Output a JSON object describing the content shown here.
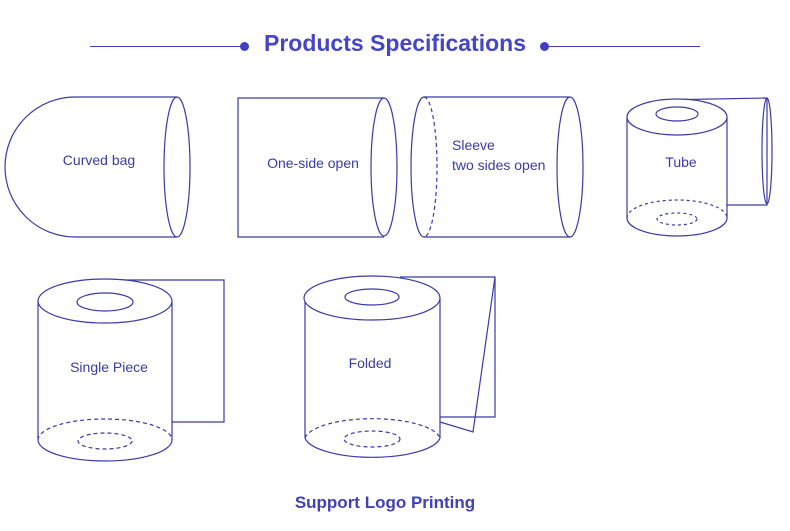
{
  "header": {
    "title": "Products Specifications"
  },
  "items": {
    "curved_bag": "Curved bag",
    "one_side_open": "One-side open",
    "sleeve_line1": "Sleeve",
    "sleeve_line2": "two sides open",
    "tube": "Tube",
    "single_piece": "Single Piece",
    "folded": "Folded"
  },
  "footer": {
    "text": "Support Logo Printing"
  },
  "colors": {
    "line": "#3a3aa8",
    "text": "#3a3aa8",
    "accent": "#3f3fc0"
  }
}
